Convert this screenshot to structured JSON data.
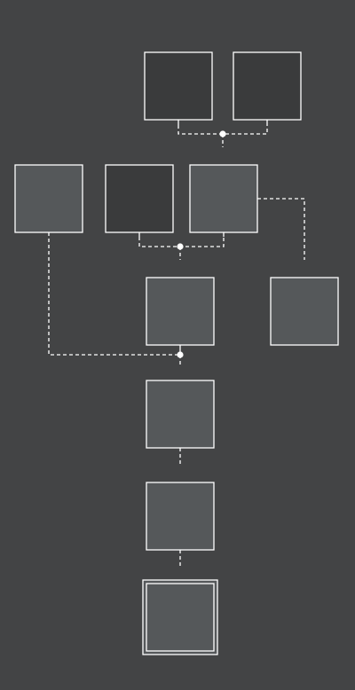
{
  "colors": {
    "background": "#434445",
    "node_dark": "#3a3b3c",
    "node_light": "#55585a",
    "stroke": "#ffffff",
    "link": "#ffffff"
  },
  "diagram": {
    "nodes": [
      {
        "id": "a",
        "style": "dark"
      },
      {
        "id": "b",
        "style": "dark"
      },
      {
        "id": "c",
        "style": "light"
      },
      {
        "id": "d",
        "style": "dark"
      },
      {
        "id": "e",
        "style": "light"
      },
      {
        "id": "f",
        "style": "light"
      },
      {
        "id": "g",
        "style": "light"
      },
      {
        "id": "h",
        "style": "light"
      },
      {
        "id": "i",
        "style": "light"
      },
      {
        "id": "j",
        "style": "light-double"
      }
    ],
    "joins": [
      {
        "id": "j1",
        "inputs": [
          "a",
          "b"
        ]
      },
      {
        "id": "j2",
        "inputs": [
          "d",
          "e"
        ]
      },
      {
        "id": "j3",
        "inputs": [
          "c",
          "g"
        ]
      }
    ],
    "links": [
      {
        "from": "e",
        "to": "f",
        "style": "dashed"
      },
      {
        "from": "j1",
        "to": "e",
        "style": "dashed",
        "partial": true
      },
      {
        "from": "j2",
        "to": "g",
        "style": "dashed",
        "partial": true
      },
      {
        "from": "j3",
        "to": "h",
        "style": "dashed"
      },
      {
        "from": "h",
        "to": "i",
        "style": "dashed"
      },
      {
        "from": "i",
        "to": "j",
        "style": "dashed"
      }
    ]
  }
}
